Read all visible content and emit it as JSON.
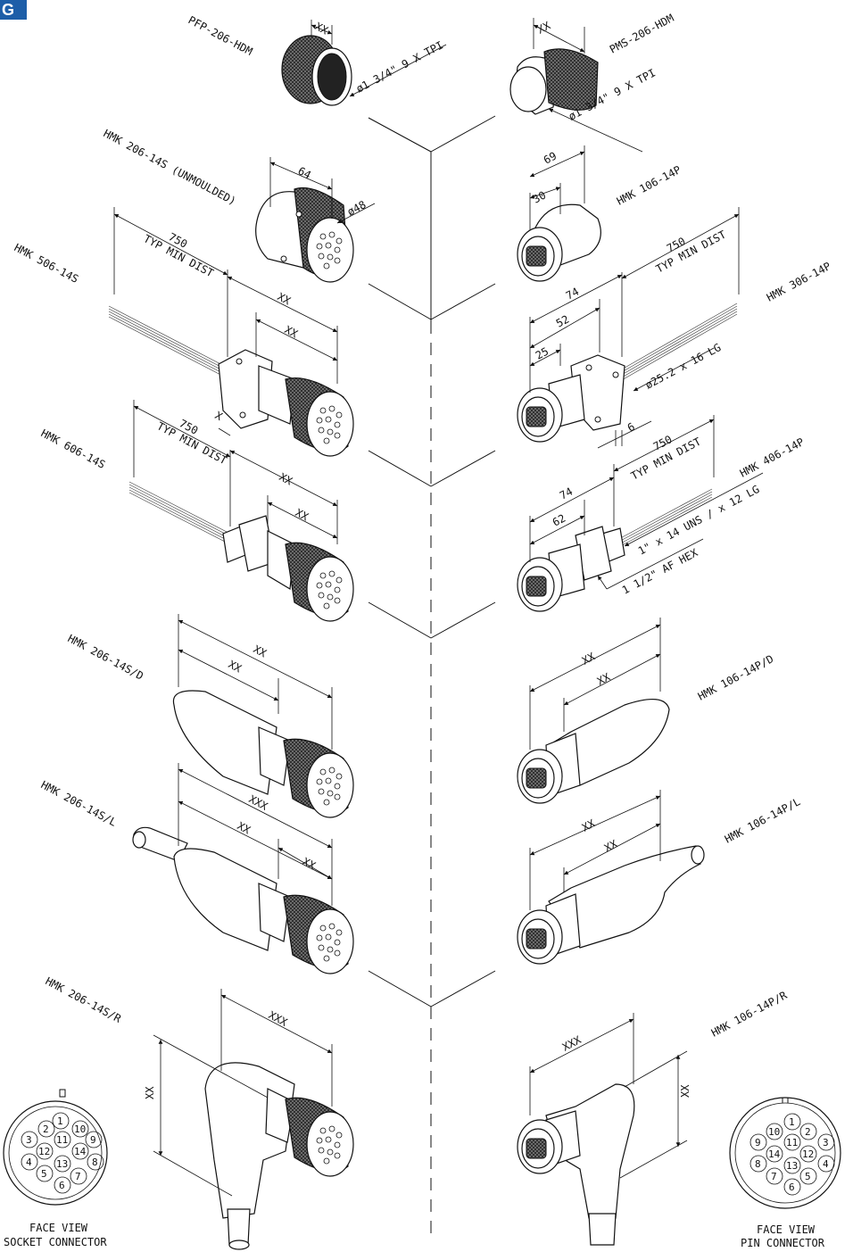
{
  "corner_tag": "G",
  "labels": {
    "pfp": "PFP-206-HDM",
    "pms": "PMS-206-HDM",
    "thread_left": "ø1 3/4\" 9 X TPI",
    "thread_right": "ø1 3/4\" 9 X TPI",
    "hmk206_14s_unmoulded": "HMK 206-14S (UNMOULDED)",
    "hmk106_14p": "HMK 106-14P",
    "hmk506_14s": "HMK 506-14S",
    "hmk306_14p": "HMK 306-14P",
    "hmk606_14s": "HMK 606-14S",
    "hmk406_14p": "HMK 406-14P",
    "hmk206_14s_d": "HMK 206-14S/D",
    "hmk106_14p_d": "HMK 106-14P/D",
    "hmk206_14s_l": "HMK 206-14S/L",
    "hmk106_14p_l": "HMK 106-14P/L",
    "hmk206_14s_r": "HMK 206-14S/R",
    "hmk106_14p_r": "HMK 106-14P/R"
  },
  "dims": {
    "xx": "XX",
    "xxx": "XXX",
    "x": "X",
    "d64": "64",
    "d48": "ø48",
    "d69": "69",
    "d30": "30",
    "d750": "750",
    "typ_min_dist": "TYP MIN DIST",
    "d74": "74",
    "d52": "52",
    "d25": "25",
    "d6": "6",
    "d62": "62",
    "stud_thread": "ø25.2 x 16 LG",
    "uns_thread": "1\" x 14 UNS / x 12 LG",
    "af_hex": "1 1/2\" AF HEX"
  },
  "face_views": {
    "socket_title": "FACE VIEW",
    "socket_sub": "SOCKET CONNECTOR",
    "pin_title": "FACE VIEW",
    "pin_sub": "PIN CONNECTOR",
    "socket_pins": [
      "1",
      "2",
      "3",
      "4",
      "5",
      "6",
      "7",
      "8",
      "9",
      "10",
      "11",
      "12",
      "13",
      "14"
    ],
    "pin_pins": [
      "1",
      "2",
      "3",
      "4",
      "5",
      "6",
      "7",
      "8",
      "9",
      "10",
      "11",
      "12",
      "13",
      "14"
    ]
  }
}
